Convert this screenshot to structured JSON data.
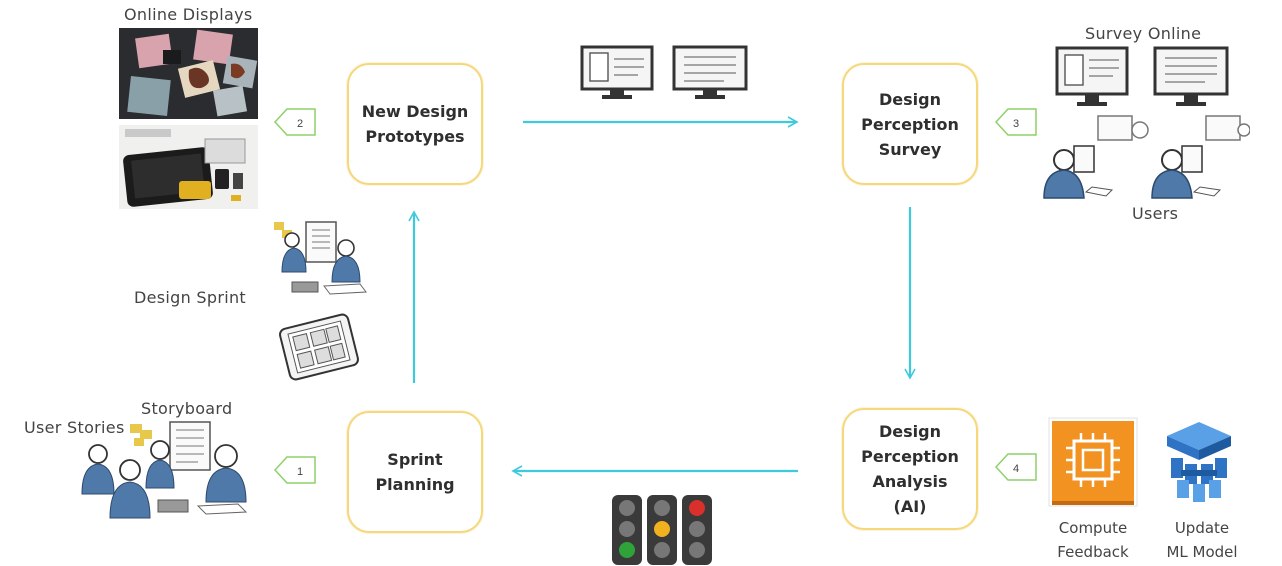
{
  "diagram": {
    "steps": {
      "new_design_prototypes": "New Design\nPrototypes",
      "design_perception_survey": "Design\nPerception\nSurvey",
      "design_perception_analysis": "Design\nPerception\nAnalysis\n(AI)",
      "sprint_planning": "Sprint\nPlanning"
    },
    "step_numbers": {
      "one": "1",
      "two": "2",
      "three": "3",
      "four": "4"
    },
    "labels": {
      "online_displays": "Online Displays",
      "survey_online": "Survey Online",
      "users": "Users",
      "design_sprint": "Design Sprint",
      "storyboard": "Storyboard",
      "user_stories": "User Stories",
      "compute_feedback": "Compute\nFeedback",
      "update_ml_model": "Update\nML Model"
    },
    "colors": {
      "box_border": "#f5d77c",
      "arrow": "#3ec9dc",
      "badge_border": "#8ed16a",
      "person_fill": "#4f79a8",
      "compute_orange": "#f29220",
      "ml_blue": "#2f73c4",
      "light_red": "#d9302c",
      "light_amber": "#f0b21e",
      "light_green": "#2fa33a"
    },
    "icons": [
      "monitor-icon",
      "person-icon",
      "traffic-light-icon",
      "chip-icon",
      "ml-model-icon",
      "tablet-sketch-icon",
      "whiteboard-icon"
    ]
  }
}
